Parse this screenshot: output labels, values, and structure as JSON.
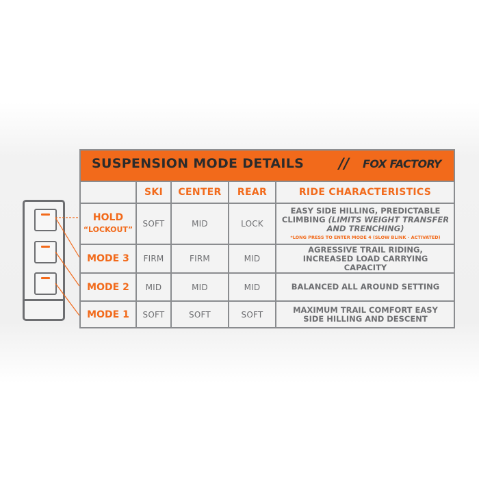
{
  "header": {
    "title": "SUSPENSION MODE DETAILS",
    "separator": "//",
    "brand": "FOX FACTORY"
  },
  "columns": {
    "ski": "SKI",
    "center": "CENTER",
    "rear": "REAR",
    "ride": "RIDE CHARACTERISTICS"
  },
  "rows": [
    {
      "mode": "HOLD",
      "sub": "“LOCKOUT”",
      "ski": "SOFT",
      "center": "MID",
      "rear": "LOCK",
      "ride_main": "EASY SIDE HILLING, PREDICTABLE CLIMBING",
      "ride_italic": "(LIMITS WEIGHT TRANSFER AND TRENCHING)",
      "ride_note": "*LONG PRESS TO ENTER MODE 4 (SLOW BLINK - ACTIVATED)"
    },
    {
      "mode": "MODE 3",
      "ski": "FIRM",
      "center": "FIRM",
      "rear": "MID",
      "ride_main": "AGRESSIVE TRAIL RIDING, INCREASED LOAD CARRYING CAPACITY"
    },
    {
      "mode": "MODE 2",
      "ski": "MID",
      "center": "MID",
      "rear": "MID",
      "ride_main": "BALANCED ALL AROUND SETTING"
    },
    {
      "mode": "MODE 1",
      "ski": "SOFT",
      "center": "SOFT",
      "rear": "SOFT",
      "ride_main": "MAXIMUM TRAIL COMFORT EASY SIDE HILLING AND DESCENT"
    }
  ],
  "colors": {
    "accent": "#f26a1b",
    "text_gray": "#6d6e71",
    "border": "#8a8c8f",
    "dark": "#2b2b2b"
  },
  "icons": {
    "remote": "remote-control-icon",
    "indicator": "led-indicator-icon"
  }
}
